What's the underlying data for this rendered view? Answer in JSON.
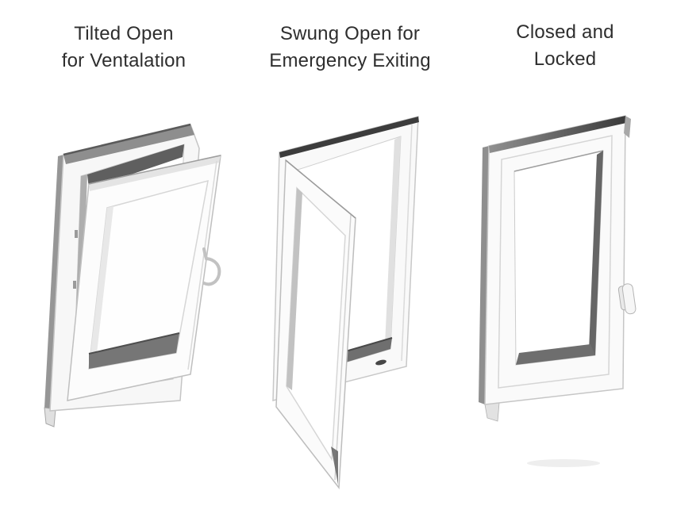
{
  "figure": {
    "background": "#ffffff",
    "panels": [
      {
        "id": "tilted-open",
        "label": {
          "line1": "Tilted Open",
          "line2": "for Ventalation"
        },
        "depicts": "window sash tilted inward from the top, hinged at the bottom"
      },
      {
        "id": "swung-open",
        "label": {
          "line1": "Swung Open for",
          "line2": "Emergency Exiting"
        },
        "depicts": "window sash swung fully open like a door, hinged at the side"
      },
      {
        "id": "closed-locked",
        "label": {
          "line1": "Closed and",
          "line2": "Locked"
        },
        "depicts": "window sash closed inside the frame with handle on the right"
      }
    ],
    "colors": {
      "text": "#2e2e2e",
      "frame_white": "#f9f9f9",
      "frame_outline": "#c6c6c6",
      "depth_gray": "#8f8f8f",
      "edge_dark": "#3c3c3c",
      "reveal_dark": "#6b6b6b",
      "shadow": "#eeeeee"
    }
  }
}
